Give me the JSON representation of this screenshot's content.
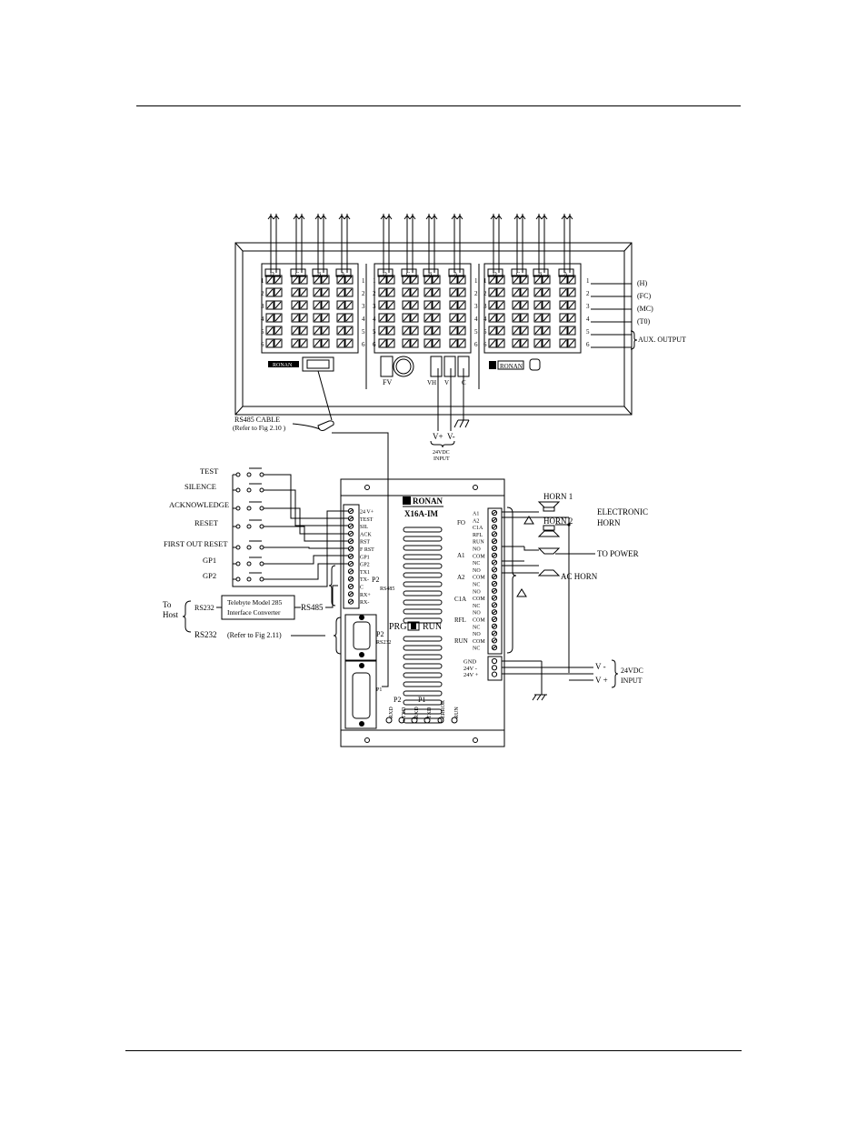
{
  "panel": {
    "columns": [
      "D",
      "C",
      "B",
      "A"
    ],
    "rows": [
      "1",
      "2",
      "3",
      "4",
      "5",
      "6"
    ],
    "right_labels": [
      "(H)",
      "(FC)",
      "(MC)",
      "(T0)"
    ],
    "aux_output": "AUX. OUTPUT",
    "fv": "FV",
    "vh": "VH",
    "v": "V",
    "c": "C",
    "brand_mark": "RONAN"
  },
  "power_in": {
    "vplus": "V+",
    "vminus": "V-",
    "caption_line1": "24VDC",
    "caption_line2": "INPUT"
  },
  "rs485_cable": {
    "line1": "RS485 CABLE",
    "line2": "(Refer to Fig 2.10 )"
  },
  "switches": [
    "TEST",
    "SILENCE",
    "ACKNOWLEDGE",
    "RESET",
    "FIRST OUT RESET",
    "GP1",
    "GP2"
  ],
  "host": {
    "to_host_line1": "To",
    "to_host_line2": "Host",
    "rs232_top": "RS232",
    "converter_line1": "Telebyte Model 285",
    "converter_line2": "Interface Converter",
    "rs485": "RS485",
    "rs232_bottom": "RS232",
    "rs232_ref": "(Refer to Fig 2.11)"
  },
  "module": {
    "brand": "RONAN",
    "model": "X16A-IM",
    "left_terminals": [
      "24 V+",
      "TEST",
      "SIL",
      "ACK",
      "RST",
      "F RST",
      "GP1",
      "GP2",
      "TX1",
      "TX-",
      "C",
      "RX+",
      "RX-"
    ],
    "p2_label": "P2",
    "rs485_label": "RS485",
    "p2b_label": "P2",
    "rs232_label": "RS232",
    "p1_label": "P1",
    "prg": "PRG",
    "run": "RUN",
    "led_groups": [
      "P2",
      "P1"
    ],
    "leds": [
      "RXD",
      "TXD",
      "RXD",
      "TXD",
      "ERROR",
      "RUN"
    ],
    "right_terminals": [
      "A1",
      "A2",
      "C1A",
      "RFL",
      "RUN",
      "NO",
      "COM",
      "NC",
      "NO",
      "COM",
      "NC",
      "NO",
      "COM",
      "NC",
      "NO",
      "COM",
      "NC",
      "NO",
      "COM",
      "NC"
    ],
    "groups": [
      "FO",
      "A1",
      "A2",
      "C1A",
      "RFL",
      "RUN"
    ],
    "power_terminals": [
      "GND",
      "24V -",
      "24V +"
    ]
  },
  "horns": {
    "horn1": "HORN 1",
    "horn2": "HORN 2",
    "electronic_line1": "ELECTRONIC",
    "electronic_line2": "HORN",
    "to_power": "TO POWER",
    "ac_horn": "AC HORN"
  },
  "power_out": {
    "vminus": "V -",
    "vplus": "V +",
    "caption_line1": "24VDC",
    "caption_line2": "INPUT"
  }
}
